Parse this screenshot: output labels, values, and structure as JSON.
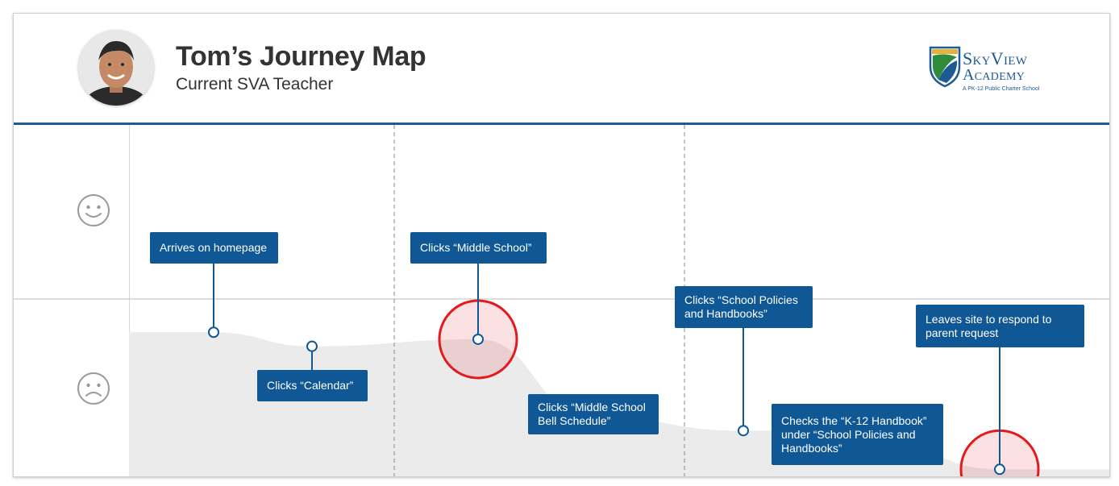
{
  "header": {
    "title": "Tom’s Journey Map",
    "subtitle": "Current SVA Teacher"
  },
  "logo": {
    "name_line1": "SkyView",
    "name_line2": "Academy",
    "tagline": "A PK-12 Public Charter School",
    "colors": {
      "navy": "#1f5a93",
      "green": "#2e8b3a",
      "gold": "#e3b23c"
    }
  },
  "emotions": {
    "positive_icon": "happy-face-icon",
    "negative_icon": "sad-face-icon"
  },
  "steps": [
    {
      "label": "Arrives on homepage",
      "emotion": 0.41,
      "highlight": false
    },
    {
      "label": "Clicks “Calendar”",
      "emotion": 0.37,
      "highlight": false
    },
    {
      "label": "Clicks “Middle School”",
      "emotion": 0.39,
      "highlight": true
    },
    {
      "label": "Clicks “Middle School Bell Schedule”",
      "emotion": 0.17,
      "highlight": false
    },
    {
      "label": "Clicks “School Policies and Handbooks”",
      "emotion": 0.13,
      "highlight": false
    },
    {
      "label": "Checks the “K-12 Handbook” under “School Policies and Handbooks”",
      "emotion": 0.13,
      "highlight": false
    },
    {
      "label": "Leaves site to respond to parent request",
      "emotion": 0.02,
      "highlight": true
    }
  ],
  "colors": {
    "box_fill": "#0f5895",
    "area_fill": "#ebebeb",
    "highlight_ring": "#e31a1c",
    "divider": "#888888"
  }
}
